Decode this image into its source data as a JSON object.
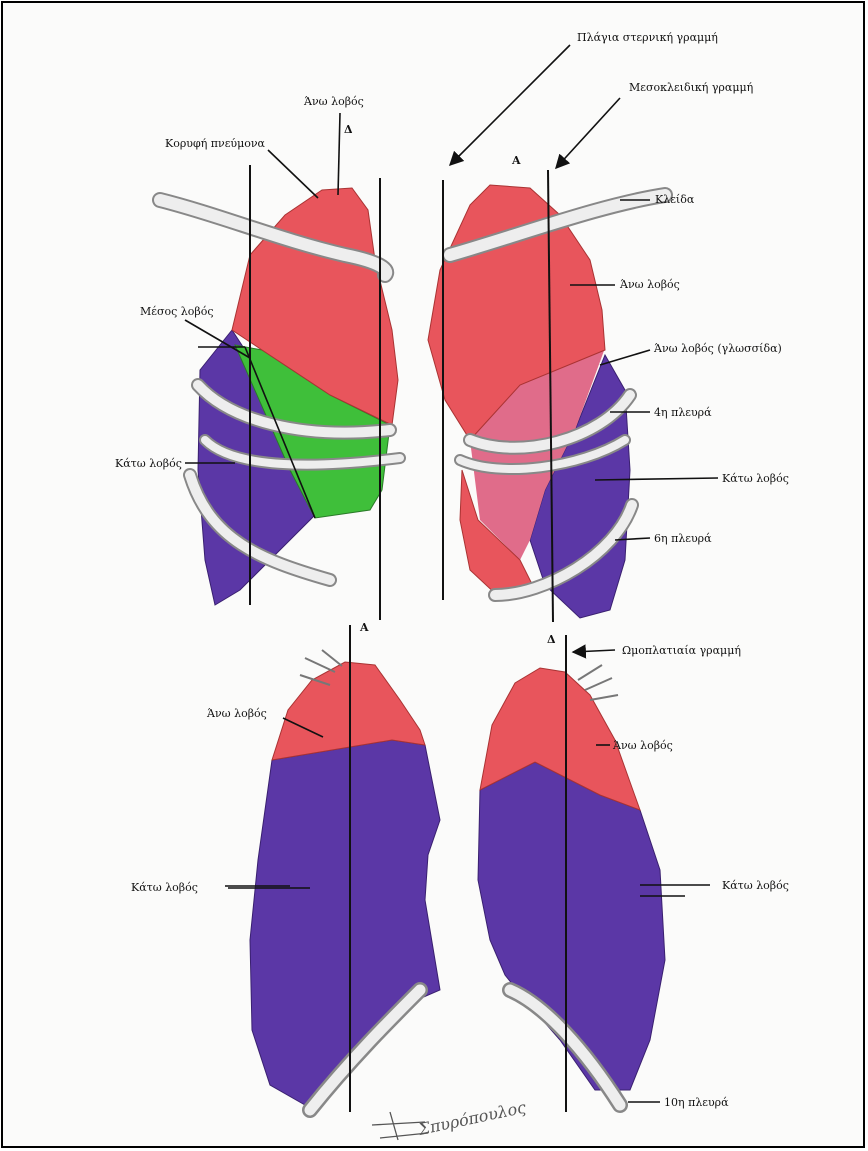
{
  "colors": {
    "upper_lobe": "#e8555c",
    "middle_lobe": "#3fbf3a",
    "lower_lobe": "#5b37a6",
    "rib": "#e6e6e6",
    "line": "#111111"
  },
  "top_letters": {
    "left": "Δ",
    "right": "Α"
  },
  "bottom_letters": {
    "left": "Α",
    "right": "Δ"
  },
  "labels": {
    "top_upper_lobe": "Άνω λοβός",
    "lung_apex": "Κορυφή πνεύμονα",
    "parasternal_line": "Πλάγια στερνική γραμμή",
    "midclavicular_line": "Μεσοκλειδική γραμμή",
    "clavicle": "Κλείδα",
    "right_upper_lobe": "Άνω λοβός",
    "middle_lobe": "Μέσος λοβός",
    "lingula": "Άνω λοβός (γλωσσίδα)",
    "rib4": "4η πλευρά",
    "left_lower_lobe": "Κάτω λοβός",
    "right_lower_lobe": "Κάτω λοβός",
    "rib6": "6η πλευρά",
    "scapular_line": "Ωμοπλατιαία γραμμή",
    "bottom_left_upper": "Άνω λοβός",
    "bottom_right_upper": "Άνω λοβός",
    "bottom_left_lower": "Κάτω λοβός",
    "bottom_right_lower": "Κάτω λοβός",
    "rib10": "10η πλευρά"
  },
  "signature": "Σπυρόπουλος"
}
